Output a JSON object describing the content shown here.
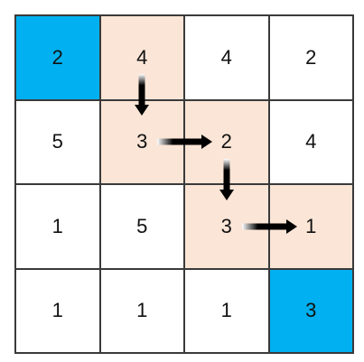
{
  "colors": {
    "start_end": "#00b0f0",
    "path": "#fbe5d6",
    "plain": "#ffffff",
    "arrow": "#000000"
  },
  "grid": {
    "rows": 4,
    "cols": 4,
    "values": [
      [
        "2",
        "4",
        "4",
        "2"
      ],
      [
        "5",
        "3",
        "2",
        "4"
      ],
      [
        "1",
        "5",
        "3",
        "1"
      ],
      [
        "1",
        "1",
        "1",
        "3"
      ]
    ],
    "highlight": [
      [
        "start_end",
        "path",
        "plain",
        "plain"
      ],
      [
        "plain",
        "path",
        "path",
        "plain"
      ],
      [
        "plain",
        "plain",
        "path",
        "path"
      ],
      [
        "plain",
        "plain",
        "plain",
        "start_end"
      ]
    ]
  },
  "arrows": [
    {
      "from": [
        0,
        1
      ],
      "to": [
        1,
        1
      ],
      "direction": "down"
    },
    {
      "from": [
        1,
        1
      ],
      "to": [
        1,
        2
      ],
      "direction": "right"
    },
    {
      "from": [
        1,
        2
      ],
      "to": [
        2,
        2
      ],
      "direction": "down"
    },
    {
      "from": [
        2,
        2
      ],
      "to": [
        2,
        3
      ],
      "direction": "right"
    }
  ]
}
